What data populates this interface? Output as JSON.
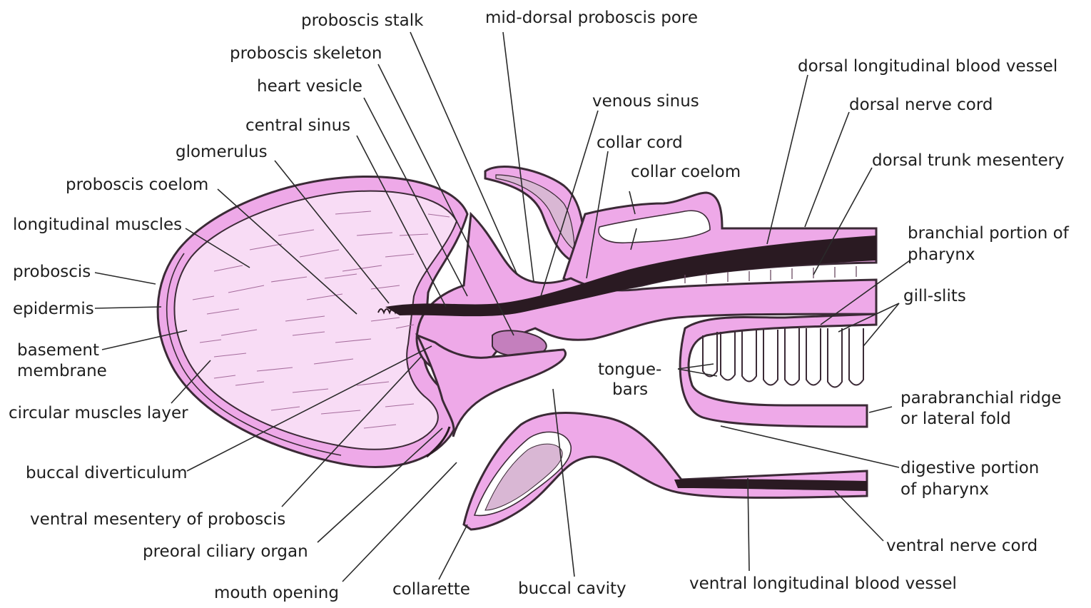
{
  "figure": {
    "labels": {
      "proboscis_stalk": "proboscis stalk",
      "mid_dorsal_proboscis_pore": "mid-dorsal proboscis pore",
      "proboscis_skeleton": "proboscis skeleton",
      "heart_vesicle": "heart vesicle",
      "central_sinus": "central sinus",
      "glomerulus": "glomerulus",
      "proboscis_coelom": "proboscis coelom",
      "longitudinal_muscles": "longitudinal muscles",
      "proboscis": "proboscis",
      "epidermis": "epidermis",
      "basement_membrane_1": "basement",
      "basement_membrane_2": "membrane",
      "circular_muscles_layer": "circular muscles layer",
      "buccal_diverticulum": "buccal diverticulum",
      "ventral_mesentery": "ventral mesentery of proboscis",
      "preoral_ciliary_organ": "preoral ciliary organ",
      "mouth_opening": "mouth opening",
      "collarette": "collarette",
      "buccal_cavity": "buccal cavity",
      "ventral_longitudinal_blood_vessel": "ventral longitudinal blood vessel",
      "ventral_nerve_cord": "ventral nerve cord",
      "digestive_portion_1": "digestive portion",
      "digestive_portion_2": "of pharynx",
      "parabranchial_ridge_1": "parabranchial ridge",
      "parabranchial_ridge_2": "or lateral fold",
      "tongue_bars_1": "tongue-",
      "tongue_bars_2": "bars",
      "gill_slits": "gill-slits",
      "branchial_portion_1": "branchial portion of",
      "branchial_portion_2": "pharynx",
      "dorsal_trunk_mesentery": "dorsal trunk mesentery",
      "dorsal_nerve_cord": "dorsal nerve cord",
      "dorsal_longitudinal_blood_vessel": "dorsal longitudinal blood vessel",
      "venous_sinus": "venous sinus",
      "collar_cord": "collar cord",
      "collar_coelom": "collar coelom"
    },
    "colors": {
      "tissue": "#f0b8ec",
      "tissue_light": "#f8dff6",
      "tissue_dark": "#e6a2de",
      "outline": "#3b2a36",
      "dark_vessel": "#2a1a22"
    }
  }
}
